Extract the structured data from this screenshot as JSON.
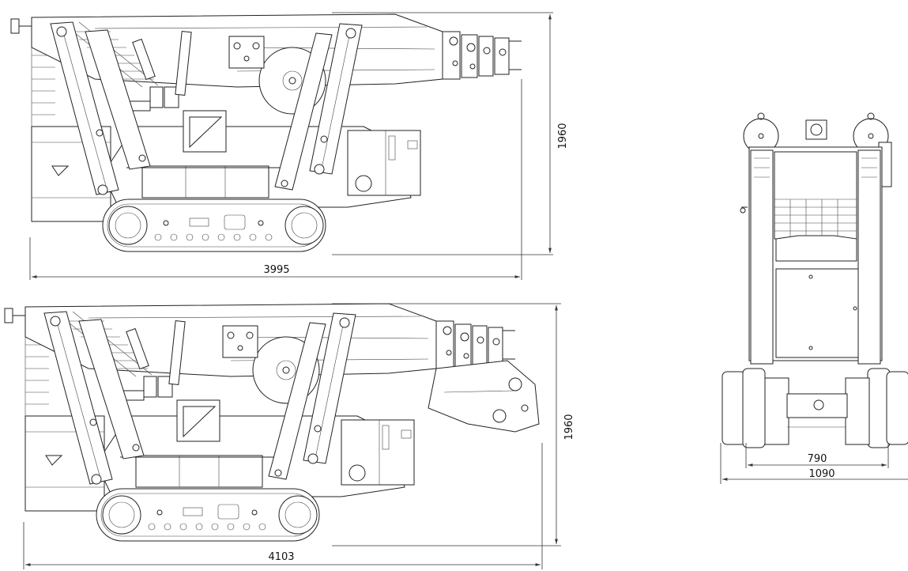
{
  "dimensions": {
    "top_view": {
      "length": "3995",
      "height": "1960"
    },
    "bottom_view": {
      "length": "4103",
      "height": "1960"
    },
    "rear_view": {
      "inner_width": "790",
      "outer_width": "1090"
    }
  },
  "colors": {
    "line": "#222222",
    "background": "#ffffff"
  }
}
